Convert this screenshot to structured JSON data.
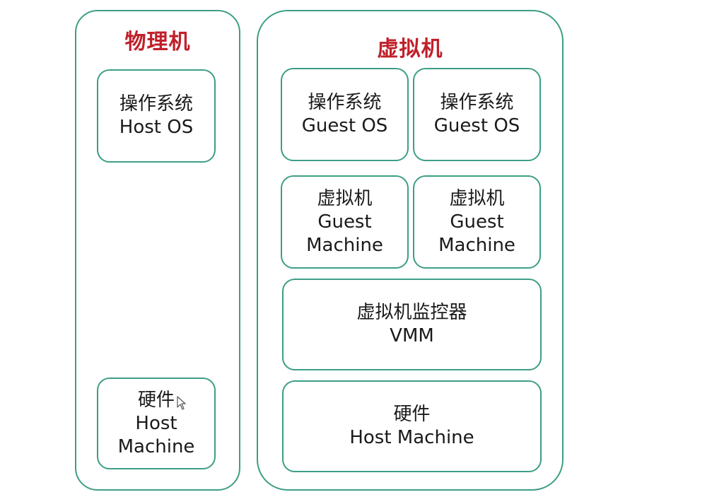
{
  "physical": {
    "title": "物理机",
    "os_box": {
      "line1": "操作系统",
      "line2": "Host OS"
    },
    "hw_box": {
      "line1": "硬件",
      "line2": "Host",
      "line3": "Machine"
    }
  },
  "virtual": {
    "title": "虚拟机",
    "guest_os_1": {
      "line1": "操作系统",
      "line2": "Guest OS"
    },
    "guest_os_2": {
      "line1": "操作系统",
      "line2": "Guest OS"
    },
    "guest_machine_1": {
      "line1": "虚拟机",
      "line2": "Guest",
      "line3": "Machine"
    },
    "guest_machine_2": {
      "line1": "虚拟机",
      "line2": "Guest",
      "line3": "Machine"
    },
    "vmm_box": {
      "line1": "虚拟机监控器",
      "line2": "VMM"
    },
    "hw_box": {
      "line1": "硬件",
      "line2": "Host Machine"
    }
  },
  "colors": {
    "border": "#3d9e86",
    "title": "#c0202a"
  }
}
